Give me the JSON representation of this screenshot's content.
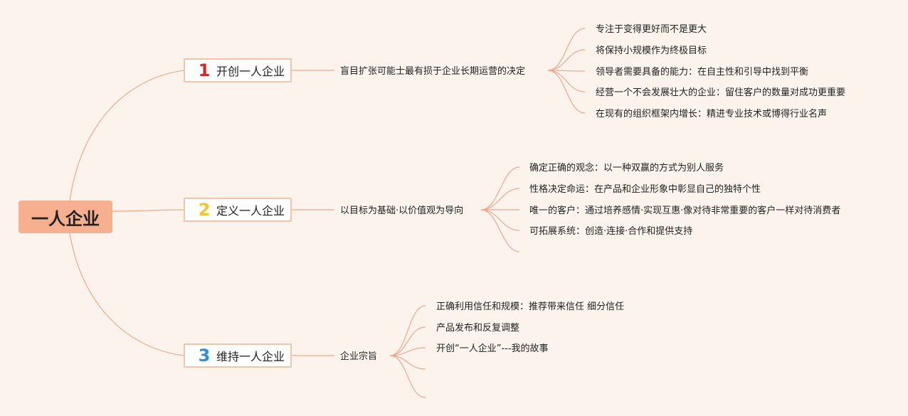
{
  "root": {
    "label": "一人企业"
  },
  "colors": {
    "background": "#fcf4ec",
    "root_fill": "#f7b08f",
    "branch_border": "#f6c3a9",
    "edge": "#f0a88c"
  },
  "branches": [
    {
      "number": "1",
      "number_color": "#d42a2a",
      "label": "开创一人企业",
      "subtopic": "盲目扩张可能士最有损于企业长期运营的决定",
      "leaves": [
        "专注于变得更好而不是更大",
        "将保持小规模作为终极目标",
        "领导者需要具备的能力：在自主性和引导中找到平衡",
        "经营一个不会发展壮大的企业：留住客户的数量对成功更重要",
        "在现有的组织框架内增长：精进专业技术或博得行业名声"
      ]
    },
    {
      "number": "2",
      "number_color": "#f2c530",
      "label": "定义一人企业",
      "subtopic": "以目标为基础·以价值观为导向",
      "leaves": [
        "确定正确的观念：以一种双赢的方式为别人服务",
        "性格决定命运：在产品和企业形象中彰显自己的独特个性",
        "唯一的客户：通过培养感情·实现互惠·像对待非常重要的客户一样对待消费者",
        "可拓展系统：创造·连接·合作和提供支持",
        ""
      ]
    },
    {
      "number": "3",
      "number_color": "#2f8fd8",
      "label": "维持一人企业",
      "subtopic": "企业宗旨",
      "leaves": [
        "正确利用信任和规模：推荐带来信任 细分信任",
        "产品发布和反复调整",
        "开创“一人企业”---我的故事",
        "",
        ""
      ]
    }
  ]
}
